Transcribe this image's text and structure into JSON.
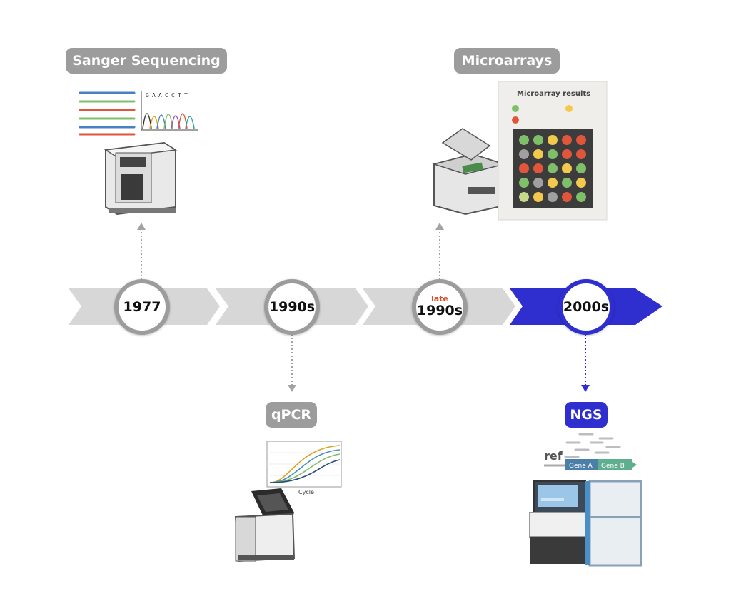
{
  "timeline": {
    "milestones": [
      {
        "year": "1977",
        "technology": "Sanger Sequencing"
      },
      {
        "year": "1990s",
        "technology": "qPCR"
      },
      {
        "sub": "late",
        "year": "1990s",
        "technology": "Microarrays"
      },
      {
        "year": "2000s",
        "technology": "NGS"
      }
    ]
  },
  "sanger": {
    "sequence_letters": [
      "G",
      "A",
      "A",
      "C",
      "C",
      "T",
      "T"
    ]
  },
  "qpcr": {
    "axis_label": "Cycle"
  },
  "microarray": {
    "results_title": "Microarray results"
  },
  "ngs": {
    "ref_label": "ref",
    "gene_a": "Gene A",
    "gene_b": "Gene B"
  },
  "colors": {
    "gray_accent": "#9c9c9c",
    "blue_accent": "#2f2fd0",
    "dot_green": "#7fbf6a",
    "dot_yellow": "#f2c94c",
    "dot_red": "#e0563b",
    "dot_gray": "#a0a0a0"
  }
}
